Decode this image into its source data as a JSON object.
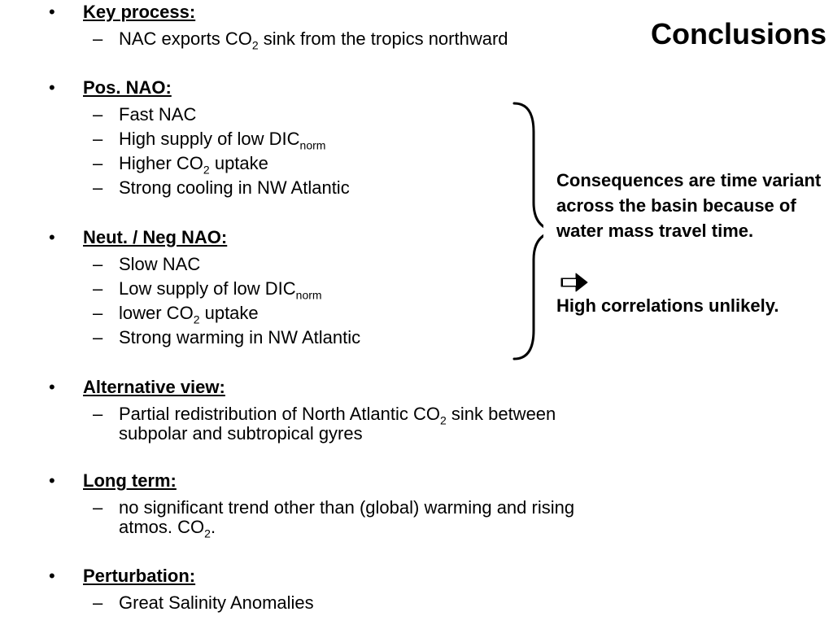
{
  "title": "Conclusions",
  "bullets": [
    {
      "label": "Key process:",
      "items": [
        {
          "parts": [
            {
              "t": "NAC exports CO"
            },
            {
              "sub": "2"
            },
            {
              "t": " sink from the tropics northward"
            }
          ]
        }
      ]
    },
    {
      "label": "Pos. NAO:",
      "items": [
        {
          "parts": [
            {
              "t": "Fast NAC"
            }
          ]
        },
        {
          "parts": [
            {
              "t": "High supply of low DIC"
            },
            {
              "sub": "norm"
            }
          ]
        },
        {
          "parts": [
            {
              "t": "Higher CO"
            },
            {
              "sub": "2"
            },
            {
              "t": " uptake"
            }
          ]
        },
        {
          "parts": [
            {
              "t": "Strong cooling in NW Atlantic"
            }
          ]
        }
      ]
    },
    {
      "label": "Neut. / Neg NAO:",
      "items": [
        {
          "parts": [
            {
              "t": "Slow NAC"
            }
          ]
        },
        {
          "parts": [
            {
              "t": "Low supply of low DIC"
            },
            {
              "sub": "norm"
            }
          ]
        },
        {
          "parts": [
            {
              "t": "lower CO"
            },
            {
              "sub": "2"
            },
            {
              "t": " uptake"
            }
          ]
        },
        {
          "parts": [
            {
              "t": "Strong warming in NW Atlantic"
            }
          ]
        }
      ]
    },
    {
      "label": "Alternative view:",
      "items": [
        {
          "parts": [
            {
              "t": "Partial redistribution of North Atlantic CO"
            },
            {
              "sub": "2"
            },
            {
              "t": " sink between subpolar and subtropical gyres"
            }
          ]
        }
      ]
    },
    {
      "label": "Long term:",
      "items": [
        {
          "parts": [
            {
              "t": "no significant trend other than (global) warming and rising atmos. CO"
            },
            {
              "sub": "2"
            },
            {
              "t": "."
            }
          ]
        }
      ]
    },
    {
      "label": "Perturbation:",
      "items": [
        {
          "parts": [
            {
              "t": "Great Salinity Anomalies"
            }
          ]
        }
      ]
    }
  ],
  "consequence": "Consequences are time variant across the basin because of water mass travel time.",
  "conclusion": "High correlations unlikely.",
  "icons": {
    "bullet": "•",
    "dash": "–",
    "arrow": "right-arrow-icon",
    "brace": "right-curly-brace-icon"
  },
  "colors": {
    "text": "#000000",
    "background": "#ffffff"
  }
}
